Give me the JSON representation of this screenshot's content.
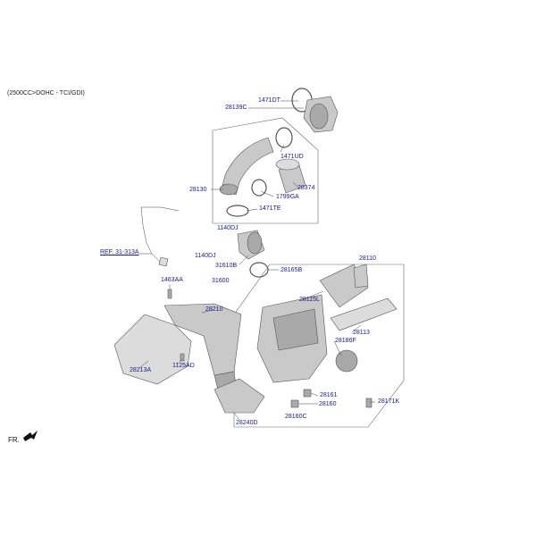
{
  "header": "(2500CC>DOHC - TCI/GDI)",
  "fr_label": "FR.",
  "parts": {
    "p1471DT": "1471DT",
    "p28139C": "28139C",
    "p1471UD": "1471UD",
    "p28130": "28130",
    "p1799GA": "1799GA",
    "p28374": "28374",
    "p1471TE": "1471TE",
    "p1140DJ_a": "1140DJ",
    "p1140DJ_b": "1140DJ",
    "p31610B": "31610B",
    "p31600": "31600",
    "p28165B": "28165B",
    "p28110": "28110",
    "p28115L": "28115L",
    "p28113": "28113",
    "p28186F": "28186F",
    "p1463AA": "1463AA",
    "p28210": "28210",
    "p28213A": "28213A",
    "p1125AD": "1125AD",
    "p28161": "28161",
    "p28160": "28160",
    "p28160C": "28160C",
    "p28171K": "28171K",
    "p28240D": "28240D",
    "ref": "REF. 31-313A"
  }
}
